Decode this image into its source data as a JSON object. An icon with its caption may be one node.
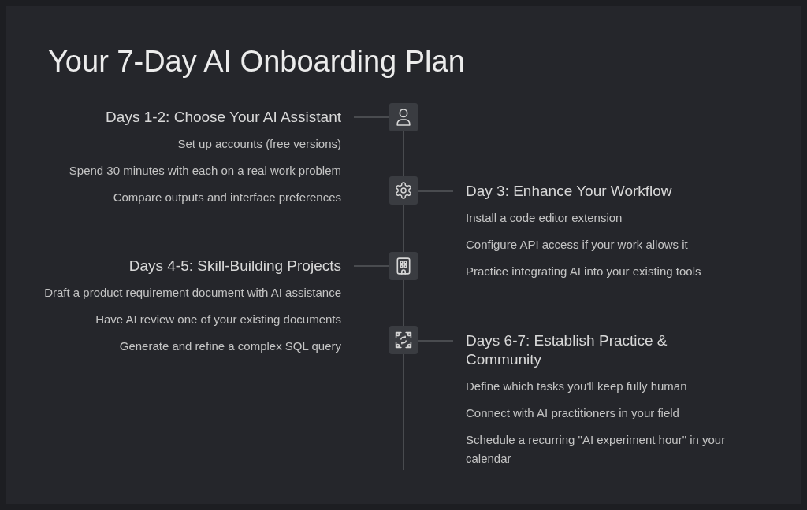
{
  "diagram": {
    "title": "Your 7-Day AI Onboarding Plan",
    "nodes": [
      {
        "text": [
          "Days 1-2: Choose Your AI Assistant",
          "Set up accounts (free versions)",
          "Spend 30 minutes with each on a real work problem",
          "Compare outputs and interface preferences"
        ]
      },
      {
        "text": [
          "Day 3: Enhance Your Workflow",
          "Install a code editor extension",
          "Configure API access if your work allows it",
          "Practice integrating AI into your existing tools"
        ]
      },
      {
        "text": [
          "Days 4-5: Skill-Building Projects",
          "Draft a product requirement document with AI assistance",
          "Have AI review one of your existing documents",
          "Generate and refine a complex SQL query"
        ]
      },
      {
        "text": [
          "Days 6-7: Establish Practice & Community",
          "Define which tasks you'll keep fully human",
          "Connect with AI practitioners in your field",
          "Schedule a recurring \"AI experiment hour\" in your calendar"
        ]
      },
      {
        "text": [],
        "shape": "box"
      },
      {
        "text": [],
        "shape": "box"
      },
      {
        "text": [],
        "shape": "box"
      },
      {
        "text": [],
        "shape": "box"
      }
    ],
    "edges": [
      {
        "from": 0,
        "to": 4,
        "arrow": "none"
      },
      {
        "from": 4,
        "to": 5,
        "arrow": "none"
      },
      {
        "from": 5,
        "to": 1,
        "arrow": "none"
      },
      {
        "from": 5,
        "to": 6,
        "arrow": "none"
      },
      {
        "from": 2,
        "to": 6,
        "arrow": "none"
      },
      {
        "from": 6,
        "to": 7,
        "arrow": "none"
      },
      {
        "from": 7,
        "to": 3,
        "arrow": "none"
      },
      {
        "from": 7,
        "to": null,
        "arrow": "none"
      }
    ]
  }
}
